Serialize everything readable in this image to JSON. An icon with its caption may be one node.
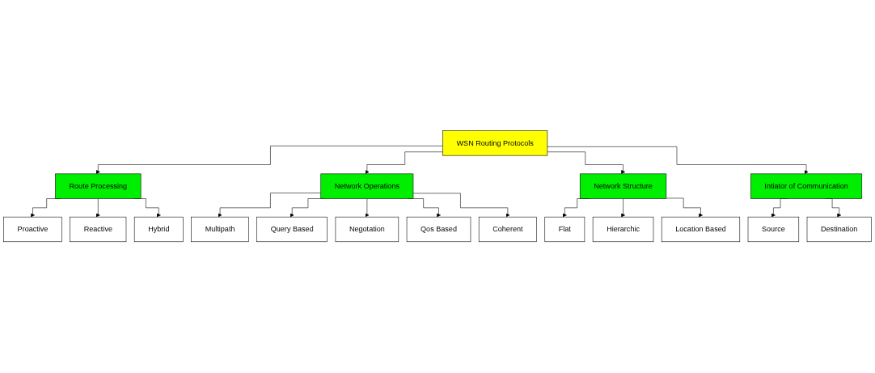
{
  "diagram": {
    "nodes": [
      {
        "text": [
          "WSN Routing Protocols"
        ]
      },
      {
        "text": [
          "Route Processing"
        ]
      },
      {
        "text": [
          "Network Operations"
        ]
      },
      {
        "text": [
          "Network Structure"
        ]
      },
      {
        "text": [
          "Intiator of Communication"
        ]
      },
      {
        "text": [
          "Proactive"
        ]
      },
      {
        "text": [
          "Reactive"
        ]
      },
      {
        "text": [
          "Hybrid"
        ]
      },
      {
        "text": [
          "Multipath"
        ]
      },
      {
        "text": [
          "Query Based"
        ]
      },
      {
        "text": [
          "Negotation"
        ]
      },
      {
        "text": [
          "Qos Based"
        ]
      },
      {
        "text": [
          "Coherent"
        ]
      },
      {
        "text": [
          "Flat"
        ]
      },
      {
        "text": [
          "Hierarchic"
        ]
      },
      {
        "text": [
          "Location Based"
        ]
      },
      {
        "text": [
          "Source"
        ]
      },
      {
        "text": [
          "Destination"
        ]
      }
    ],
    "edges": [
      {
        "from": 0,
        "to": 1,
        "arrow": "to"
      },
      {
        "from": 0,
        "to": 2,
        "arrow": "to"
      },
      {
        "from": 0,
        "to": 3,
        "arrow": "to"
      },
      {
        "from": 0,
        "to": 4,
        "arrow": "to"
      },
      {
        "from": 1,
        "to": 5,
        "arrow": "to"
      },
      {
        "from": 1,
        "to": 6,
        "arrow": "to"
      },
      {
        "from": 1,
        "to": 7,
        "arrow": "to"
      },
      {
        "from": 2,
        "to": 8,
        "arrow": "to"
      },
      {
        "from": 2,
        "to": 9,
        "arrow": "to"
      },
      {
        "from": 2,
        "to": 10,
        "arrow": "to"
      },
      {
        "from": 2,
        "to": 11,
        "arrow": "to"
      },
      {
        "from": 2,
        "to": 12,
        "arrow": "to"
      },
      {
        "from": 3,
        "to": 13,
        "arrow": "to"
      },
      {
        "from": 3,
        "to": 14,
        "arrow": "to"
      },
      {
        "from": 3,
        "to": 15,
        "arrow": "to"
      },
      {
        "from": 4,
        "to": 16,
        "arrow": "to"
      },
      {
        "from": 4,
        "to": 17,
        "arrow": "to"
      }
    ]
  }
}
